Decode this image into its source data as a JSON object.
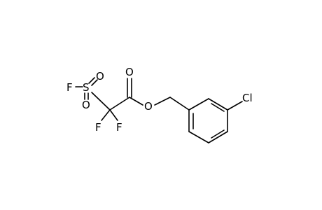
{
  "colors": {
    "background": "#ffffff",
    "ink": "#000000"
  },
  "molecule": {
    "atoms": [
      {
        "id": "F1",
        "label": "F"
      },
      {
        "id": "S",
        "label": "S"
      },
      {
        "id": "O1",
        "label": "O"
      },
      {
        "id": "O2",
        "label": "O"
      },
      {
        "id": "F2",
        "label": "F"
      },
      {
        "id": "F3",
        "label": "F"
      },
      {
        "id": "O3",
        "label": "O"
      },
      {
        "id": "O4",
        "label": "O"
      },
      {
        "id": "Cl",
        "label": "Cl"
      }
    ]
  }
}
